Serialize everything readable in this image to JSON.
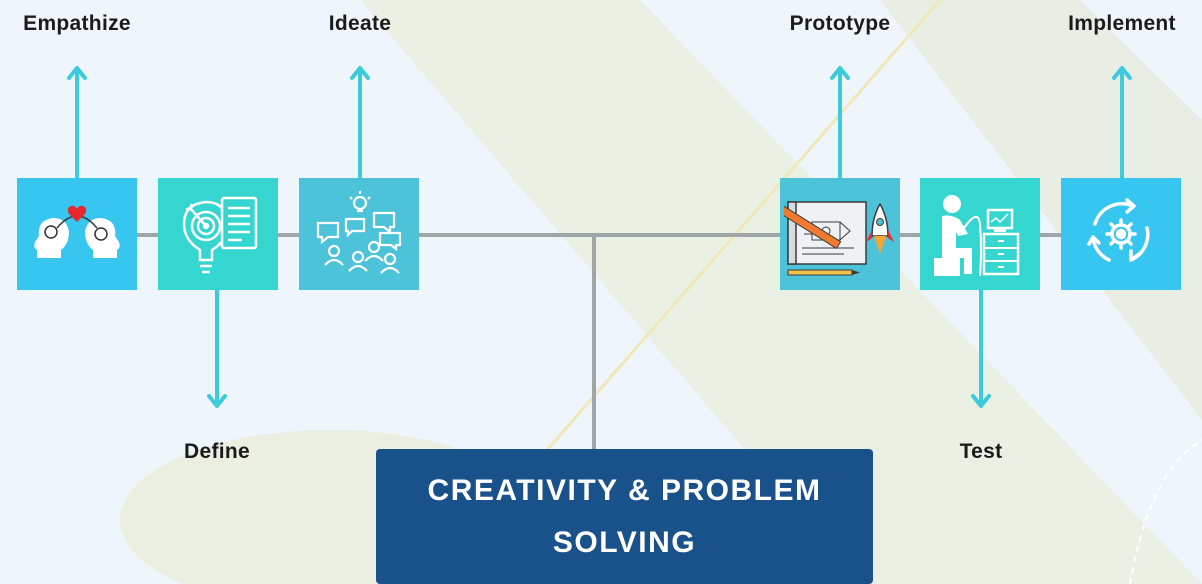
{
  "stages": {
    "empathize": {
      "label": "Empathize",
      "color": "#36c6ef",
      "icon": "empathy-heads-icon"
    },
    "define": {
      "label": "Define",
      "color": "#35d6cf",
      "icon": "target-bulb-icon"
    },
    "ideate": {
      "label": "Ideate",
      "color": "#4cc3d8",
      "icon": "brainstorm-group-icon"
    },
    "prototype": {
      "label": "Prototype",
      "color": "#4cc3d8",
      "icon": "blueprint-rocket-icon"
    },
    "test": {
      "label": "Test",
      "color": "#35d6cf",
      "icon": "person-testing-icon"
    },
    "implement": {
      "label": "Implement",
      "color": "#36c6ef",
      "icon": "gear-cycle-icon"
    }
  },
  "hub": {
    "line1": "CREATIVITY & PROBLEM",
    "line2": "SOLVING",
    "color": "#19528a"
  },
  "colors": {
    "connector": "#9fa6a8",
    "arrow": "#3ccbdc",
    "background": "#eef5fb"
  }
}
